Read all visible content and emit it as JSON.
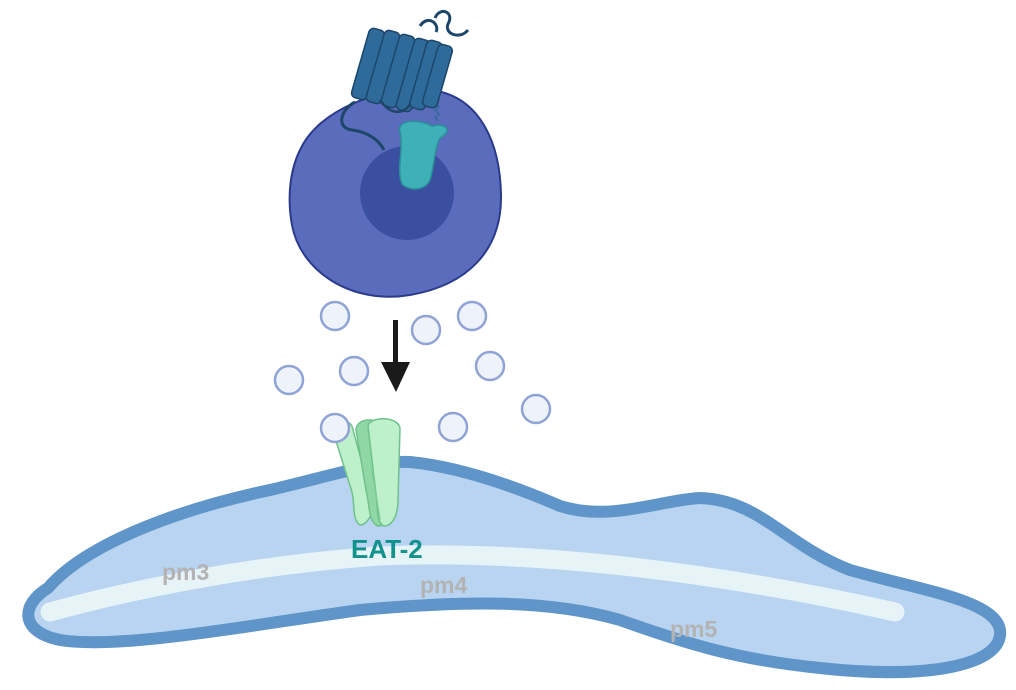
{
  "labels": {
    "receptor": "EAT-2",
    "regions": [
      "pm3",
      "pm4",
      "pm5"
    ]
  },
  "colors": {
    "cell_body": "#5b6cbd",
    "cell_outline": "#2a3a8c",
    "nucleus": "#3b4fa0",
    "gpcr": "#2f6b9a",
    "gpcr_dark": "#1d4669",
    "g_protein": "#3fb0b8",
    "vesicle_fill": "#eef3fb",
    "vesicle_stroke": "#8fa3d4",
    "arrow": "#1a1a1a",
    "channel_fill": "#bff0cc",
    "channel_dark": "#8fd8a6",
    "channel_stroke": "#6fc28b",
    "muscle_fill": "#b9d4f1",
    "muscle_outline": "#5f95c8",
    "lumen": "#e6f3f7",
    "receptor_label": "#12928c",
    "region_label": "#b3b3b3"
  },
  "icons": [
    "gpcr-icon",
    "g-protein-icon",
    "vesicle-icon",
    "ion-channel-icon",
    "arrow-down-icon"
  ]
}
